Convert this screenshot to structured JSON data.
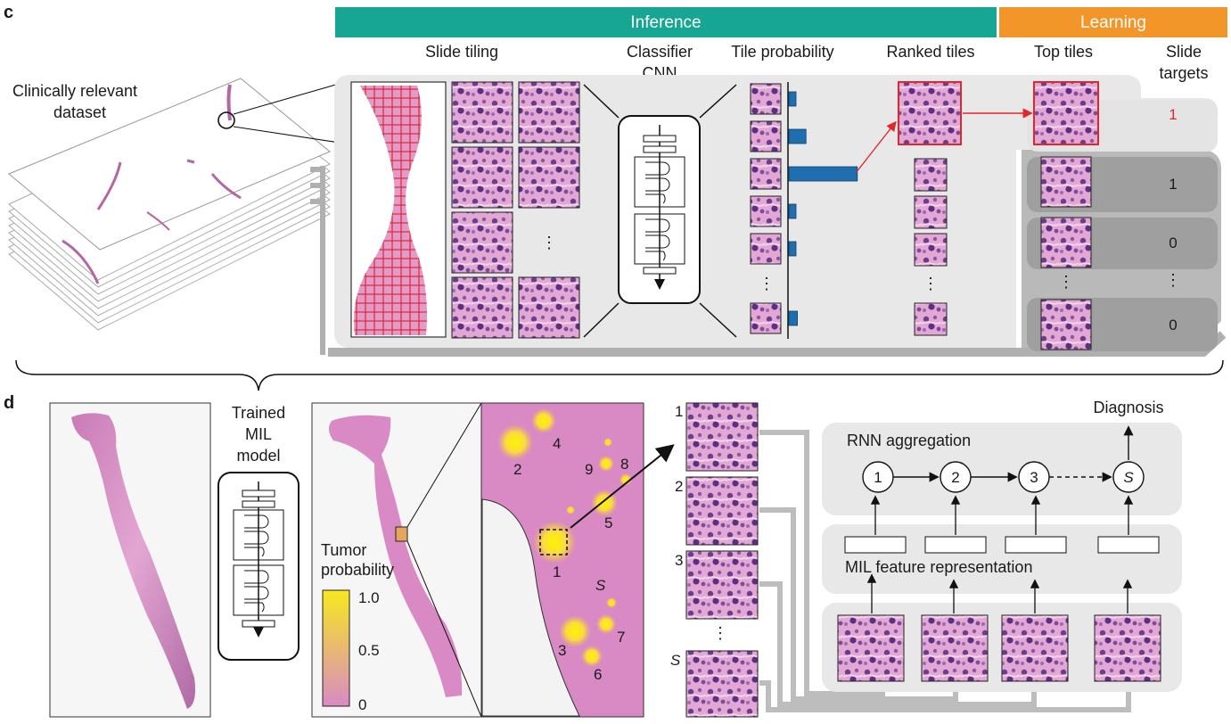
{
  "panel_c": {
    "letter": "c",
    "inference_label": "Inference",
    "learning_label": "Learning",
    "dataset_label": [
      "Clinically relevant",
      "dataset"
    ],
    "col_slide_tiling": "Slide tiling",
    "col_classifier": [
      "Classifier",
      "CNN"
    ],
    "col_tile_probability": "Tile probability",
    "col_ranked_tiles": "Ranked tiles",
    "col_top_tiles": "Top tiles",
    "col_slide_targets": [
      "Slide",
      "targets"
    ],
    "tile_probabilities": [
      0.05,
      0.12,
      0.48,
      0.05,
      0.05,
      0.06
    ],
    "targets": [
      "1",
      "1",
      "0",
      "0"
    ],
    "ellipsis": "⋮",
    "colors": {
      "inference": "#17a693",
      "learning": "#f3962a",
      "tile_grid": "#e3262b",
      "bar": "#1f6fb0",
      "highlight_arrow": "#e3262b"
    }
  },
  "panel_d": {
    "letter": "d",
    "model_label": [
      "Trained",
      "MIL",
      "model"
    ],
    "legend_title": [
      "Tumor",
      "probability"
    ],
    "legend_ticks": [
      "1.0",
      "0.5",
      "0"
    ],
    "hotspots": [
      "1",
      "2",
      "3",
      "4",
      "5",
      "6",
      "7",
      "8",
      "9"
    ],
    "s_label": "S",
    "tile_labels": [
      "1",
      "2",
      "3"
    ],
    "diagnosis": "Diagnosis",
    "rnn_label": "RNN aggregation",
    "mil_label": "MIL feature representation",
    "rnn_nodes": [
      "1",
      "2",
      "3"
    ],
    "colors": {
      "legend_high": "#f7e81f",
      "legend_low": "#d98ac4",
      "tissue": "#d98ac4"
    }
  }
}
